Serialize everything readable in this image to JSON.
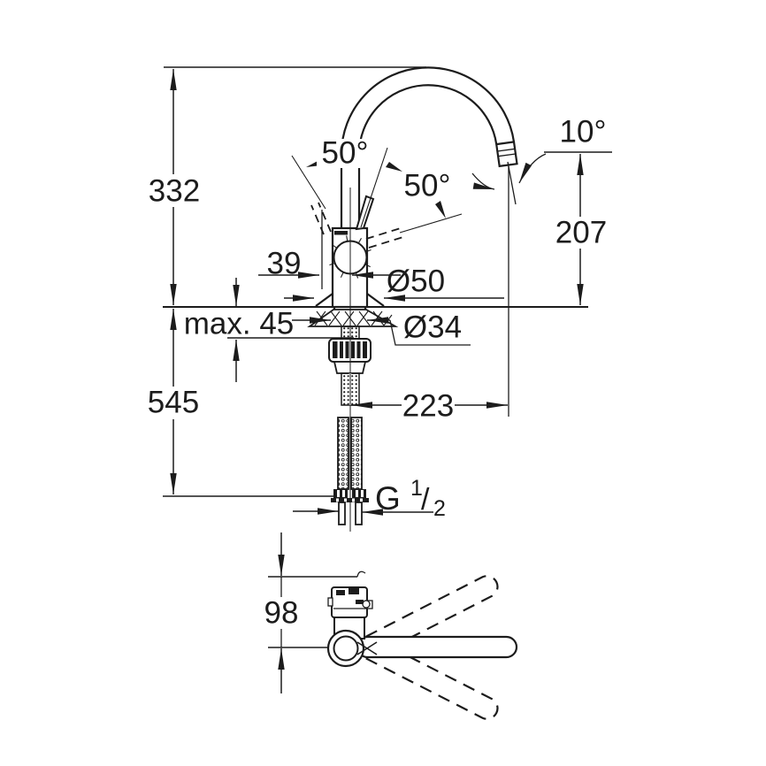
{
  "meta": {
    "background_color": "#ffffff",
    "line_color": "#1c1c1c"
  },
  "dims": {
    "height_upper": "332",
    "height_total": "545",
    "spout_height": "207",
    "outlet_angle": "10°",
    "angle_back": "50°",
    "angle_front": "50°",
    "handle_clearance": "39",
    "base_diameter": "Ø50",
    "hole_diameter": "Ø34",
    "max_counter": "max. 45",
    "reach": "223",
    "swivel_offset": "98",
    "thread": {
      "letter": "G",
      "num": "1",
      "slash": "/",
      "den": "2"
    }
  }
}
